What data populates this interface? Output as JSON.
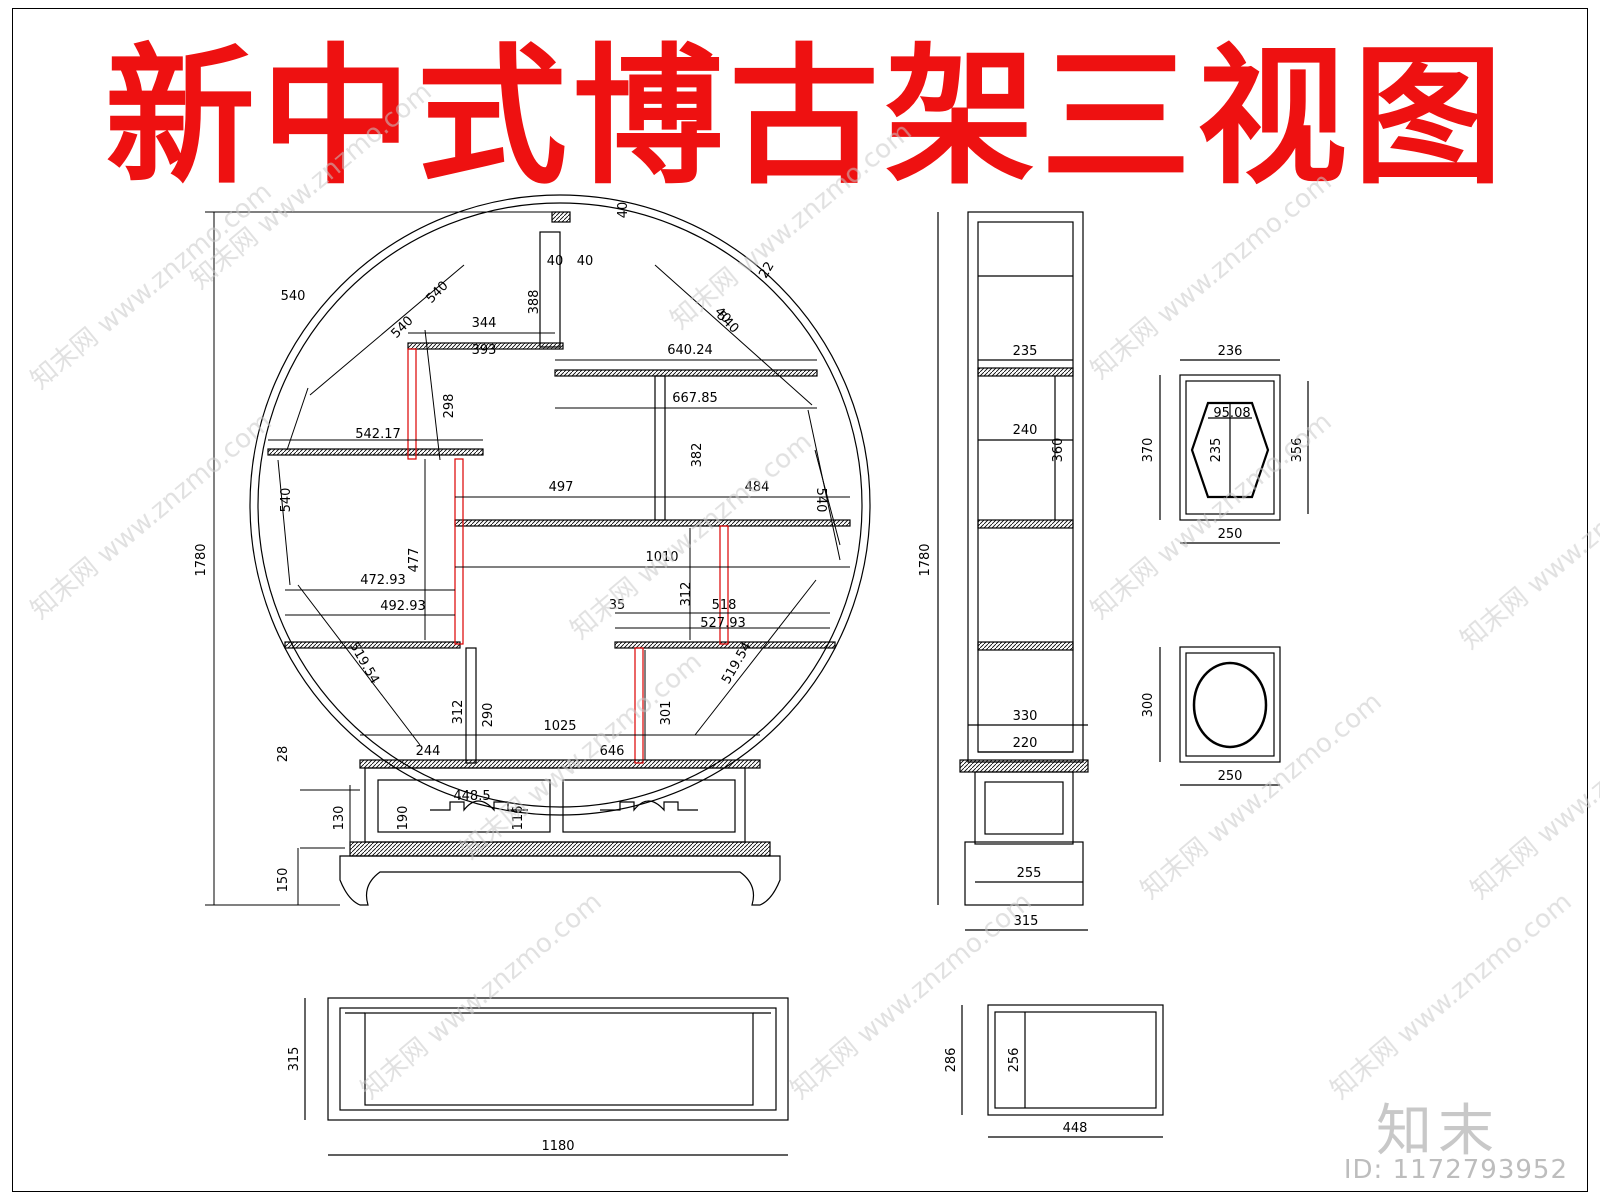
{
  "title": "新中式博古架三视图",
  "watermark": {
    "text": "知末网 www.znzmo.com",
    "brand": "知末",
    "id_label": "ID: 1172793952"
  },
  "colors": {
    "title": "#ee1111",
    "line": "#000000",
    "accent": "#dd0000",
    "watermark": "#c8c8c8"
  },
  "front_view": {
    "dims": [
      "1780",
      "540",
      "40",
      "540",
      "40",
      "388",
      "540",
      "40",
      "22",
      "40",
      "540",
      "344",
      "393",
      "640.24",
      "298",
      "667.85",
      "542.17",
      "382",
      "497",
      "484",
      "540",
      "540",
      "477",
      "1010",
      "472.93",
      "312",
      "35",
      "518",
      "492.93",
      "527.93",
      "519.54",
      "519.54",
      "312",
      "290",
      "301",
      "1025",
      "28",
      "244",
      "646",
      "448.5",
      "130",
      "190",
      "116",
      "150"
    ]
  },
  "side_view": {
    "dims": [
      "1780",
      "235",
      "240",
      "360",
      "330",
      "220",
      "255",
      "315"
    ]
  },
  "detail_hexagon": {
    "dims": [
      "236",
      "95.08",
      "370",
      "235",
      "356",
      "250"
    ]
  },
  "detail_oval": {
    "dims": [
      "300",
      "250"
    ]
  },
  "top_view": {
    "dims": [
      "315",
      "1180"
    ]
  },
  "top_view_side": {
    "dims": [
      "286",
      "256",
      "448"
    ]
  }
}
